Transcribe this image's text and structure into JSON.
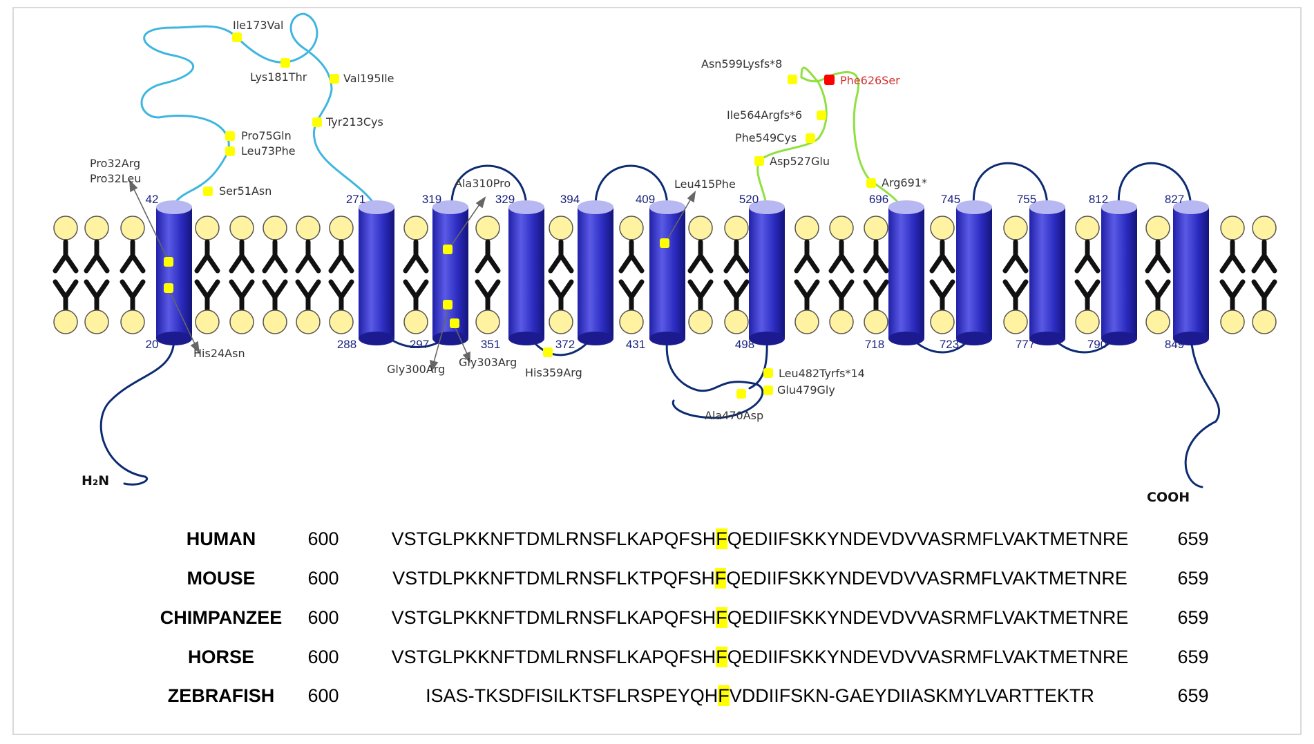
{
  "terminals": {
    "n": "H₂N",
    "c": "COOH"
  },
  "colors": {
    "helix_top": "#b7b7f2",
    "helix_body": "#2e2ec7",
    "helix_dark": "#1b1b8f",
    "loop_blue": "#3fb6e0",
    "loop_green": "#90e040",
    "loop_navy": "#0d2b72",
    "lipid_head": "#fff2a0",
    "mutation": "#ffff00",
    "mutation_highlight": "#ff0000",
    "number_text": "#1a237e",
    "label_text": "#333333"
  },
  "helix_numbers": {
    "top": [
      "42",
      "271",
      "319",
      "329",
      "394",
      "409",
      "520",
      "696",
      "745",
      "755",
      "812",
      "827"
    ],
    "bottom": [
      "20",
      "288",
      "297",
      "351",
      "372",
      "431",
      "498",
      "718",
      "723",
      "777",
      "790",
      "849"
    ]
  },
  "mutations": [
    {
      "id": "ile173val",
      "label": "Ile173Val"
    },
    {
      "id": "lys181thr",
      "label": "Lys181Thr"
    },
    {
      "id": "val195ile",
      "label": "Val195Ile"
    },
    {
      "id": "tyr213cys",
      "label": "Tyr213Cys"
    },
    {
      "id": "pro75gln",
      "label": "Pro75Gln"
    },
    {
      "id": "leu73phe",
      "label": "Leu73Phe"
    },
    {
      "id": "ser51asn",
      "label": "Ser51Asn"
    },
    {
      "id": "pro32arg",
      "label": "Pro32Arg"
    },
    {
      "id": "pro32leu",
      "label": "Pro32Leu"
    },
    {
      "id": "his24asn",
      "label": "His24Asn"
    },
    {
      "id": "ala310pro",
      "label": "Ala310Pro"
    },
    {
      "id": "gly300arg",
      "label": "Gly300Arg"
    },
    {
      "id": "gly303arg",
      "label": "Gly303Arg"
    },
    {
      "id": "his359arg",
      "label": "His359Arg"
    },
    {
      "id": "leu415phe",
      "label": "Leu415Phe"
    },
    {
      "id": "asn599lysfs8",
      "label": "Asn599Lysfs*8"
    },
    {
      "id": "phe626ser",
      "label": "Phe626Ser",
      "highlight": true
    },
    {
      "id": "ile564argfs6",
      "label": "Ile564Argfs*6"
    },
    {
      "id": "phe549cys",
      "label": "Phe549Cys"
    },
    {
      "id": "asp527glu",
      "label": "Asp527Glu"
    },
    {
      "id": "arg691stop",
      "label": "Arg691*"
    },
    {
      "id": "leu482tyrfs14",
      "label": "Leu482Tyrfs*14"
    },
    {
      "id": "glu479gly",
      "label": "Glu479Gly"
    },
    {
      "id": "ala470asp",
      "label": "Ala470Asp"
    }
  ],
  "alignment": {
    "rows": [
      {
        "species": "HUMAN",
        "start": "600",
        "end": "659",
        "pre": "VSTGLPKKNFTDMLRNSFLKAPQFSH",
        "hl": "F",
        "post": "QEDIIFSKKYNDEVDVVASRMFLVAKTMETNRE"
      },
      {
        "species": "MOUSE",
        "start": "600",
        "end": "659",
        "pre": "VSTDLPKKNFTDMLRNSFLKTPQFSH",
        "hl": "F",
        "post": "QEDIIFSKKYNDEVDVVASRMFLVAKTMETNRE"
      },
      {
        "species": "CHIMPANZEE",
        "start": "600",
        "end": "659",
        "pre": "VSTGLPKKNFTDMLRNSFLKAPQFSH",
        "hl": "F",
        "post": "QEDIIFSKKYNDEVDVVASRMFLVAKTMETNRE"
      },
      {
        "species": "HORSE",
        "start": "600",
        "end": "659",
        "pre": "VSTGLPKKNFTDMLRNSFLKAPQFSH",
        "hl": "F",
        "post": "QEDIIFSKKYNDEVDVVASRMFLVAKTMETNRE"
      },
      {
        "species": "ZEBRAFISH",
        "start": "600",
        "end": "659",
        "pre": "ISAS-TKSDFISILKTSFLRSPEYQH",
        "hl": "F",
        "post": "VDDIIFSKN-GAEYDIIASKMYLVARTTEKTR"
      }
    ]
  }
}
